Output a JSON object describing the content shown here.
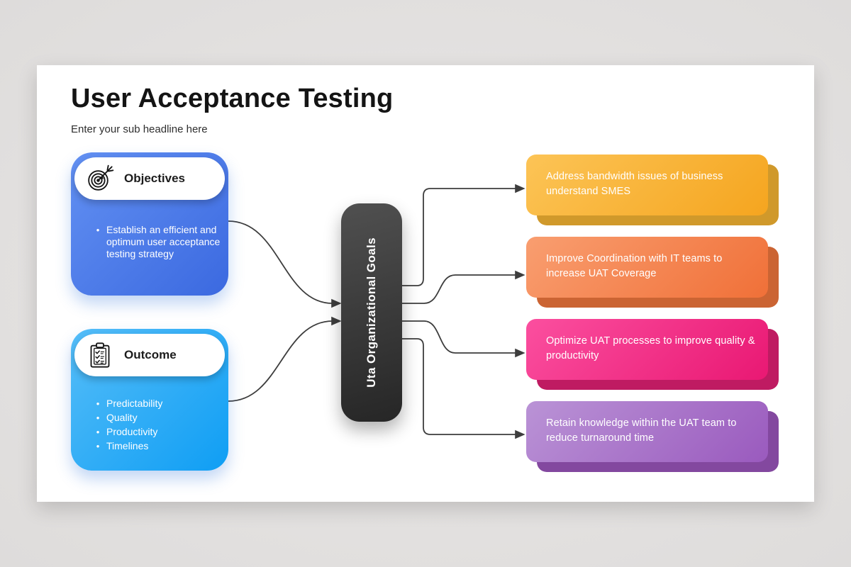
{
  "title": "User Acceptance Testing",
  "subtitle": "Enter your sub headline here",
  "left_cards": [
    {
      "label": "Objectives",
      "icon": "target-icon",
      "bullet_marker": "•",
      "bullets": [
        "Establish an efficient and optimum user acceptance  testing strategy"
      ],
      "gradient": [
        "#6290f2",
        "#3b69e0"
      ]
    },
    {
      "label": "Outcome",
      "icon": "clipboard-checklist-icon",
      "bullet_marker": "•",
      "bullets": [
        "Predictability",
        "Quality",
        "Productivity",
        "Timelines"
      ],
      "gradient": [
        "#55bdf8",
        "#0f9ef4"
      ]
    }
  ],
  "center": {
    "label": "Uta Organizational Goals",
    "gradient": [
      "#505050",
      "#262626"
    ]
  },
  "right_cards": [
    {
      "text": "Address bandwidth issues of business understand SMES",
      "gradient": [
        "#fcc456",
        "#f5a51f"
      ],
      "shadow_color": "#d0992b"
    },
    {
      "text": "Improve Coordination with IT teams to increase UAT Coverage",
      "gradient": [
        "#f99e70",
        "#f07038"
      ],
      "shadow_color": "#cb6433"
    },
    {
      "text": "Optimize UAT processes  to improve quality & productivity",
      "gradient": [
        "#fb4f9f",
        "#e91873"
      ],
      "shadow_color": "#bf1b62"
    },
    {
      "text": "Retain knowledge within the UAT team to reduce turnaround time",
      "gradient": [
        "#ba93d6",
        "#9a5abe"
      ],
      "shadow_color": "#83489f"
    }
  ],
  "connector_color": "#3d3d3d"
}
